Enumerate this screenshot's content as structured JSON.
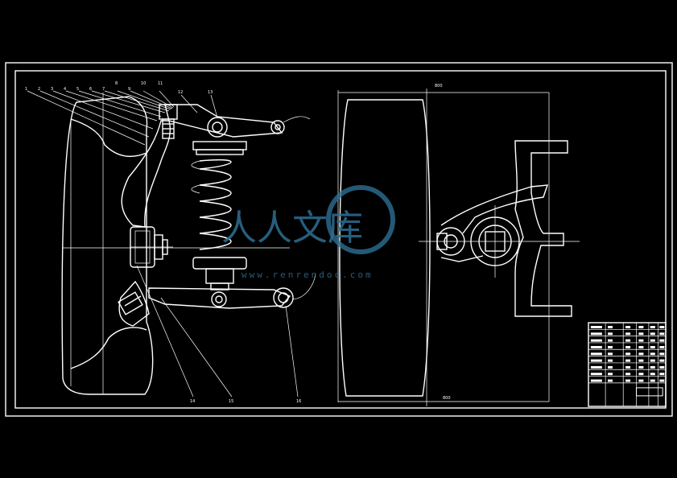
{
  "drawing": {
    "callouts_left": [
      "1",
      "2",
      "3",
      "4",
      "5",
      "6",
      "7",
      "8",
      "9",
      "10",
      "11",
      "12",
      "13"
    ],
    "callouts_bottom": [
      "14",
      "15",
      "16"
    ],
    "dimension_top": "800",
    "dimension_bottom": "800"
  },
  "watermark": {
    "text": "人人文库",
    "url": "www.renrendoc.com"
  },
  "title_block": {
    "rows": 9
  }
}
